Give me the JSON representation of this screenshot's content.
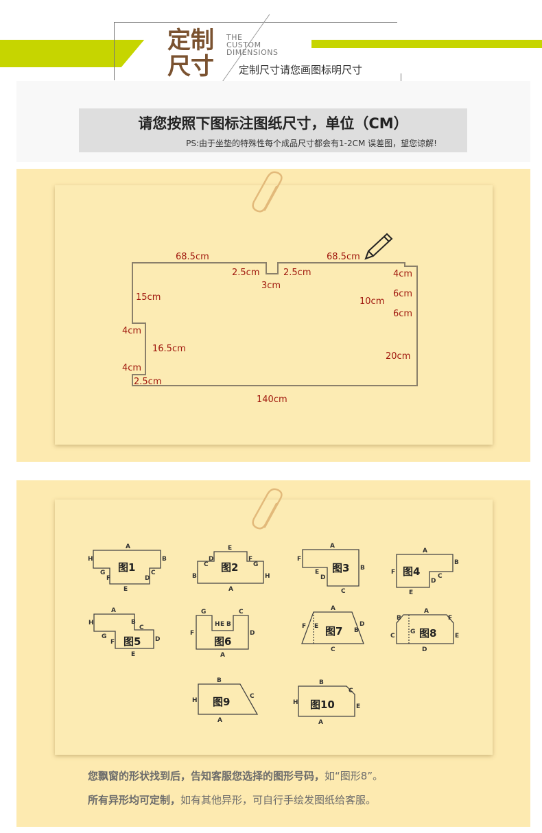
{
  "header": {
    "brand_cn_1": "定制",
    "brand_cn_2": "尺寸",
    "brand_en": [
      "THE",
      "CUSTOM",
      "DIMENSIONS"
    ],
    "subtitle": "定制尺寸请您画图标明尺寸"
  },
  "title": {
    "main": "请您按照下图标注图纸尺寸，单位（CM）",
    "ps": "PS:由于坐垫的特殊性每个成品尺寸都会有1-2CM 误差图，望您谅解!"
  },
  "diagram": {
    "labels": {
      "top_left": "68.5cm",
      "top_right": "68.5cm",
      "notch_left": "2.5cm",
      "notch_right": "2.5cm",
      "notch_depth": "3cm",
      "right_top": "4cm",
      "right_a": "6cm",
      "right_b": "6cm",
      "right_inner": "10cm",
      "right_bottom": "20cm",
      "left_top": "15cm",
      "left_step_a": "4cm",
      "left_mid": "16.5cm",
      "left_step_b": "4cm",
      "left_bottom_step": "2.5cm",
      "bottom": "140cm"
    },
    "colors": {
      "label": "#a0180e",
      "outline": "#8a7f6a"
    }
  },
  "shapes": [
    {
      "name": "图1",
      "letters": [
        "A",
        "B",
        "C",
        "D",
        "E",
        "F",
        "G",
        "H"
      ]
    },
    {
      "name": "图2",
      "letters": [
        "A",
        "B",
        "C",
        "D",
        "E",
        "F",
        "G",
        "H"
      ]
    },
    {
      "name": "图3",
      "letters": [
        "A",
        "B",
        "C",
        "D",
        "E",
        "F"
      ]
    },
    {
      "name": "图4",
      "letters": [
        "A",
        "B",
        "C",
        "D",
        "E",
        "F"
      ]
    },
    {
      "name": "图5",
      "letters": [
        "A",
        "B",
        "C",
        "D",
        "E",
        "F",
        "G",
        "H"
      ]
    },
    {
      "name": "图6",
      "letters": [
        "A",
        "B",
        "C",
        "D",
        "E",
        "F",
        "G",
        "H"
      ]
    },
    {
      "name": "图7",
      "letters": [
        "A",
        "B",
        "C",
        "D",
        "E",
        "F"
      ]
    },
    {
      "name": "图8",
      "letters": [
        "A",
        "B",
        "C",
        "D",
        "E",
        "F",
        "G"
      ]
    },
    {
      "name": "图9",
      "letters": [
        "A",
        "B",
        "C",
        "H"
      ]
    },
    {
      "name": "图10",
      "letters": [
        "A",
        "B",
        "C",
        "E",
        "H"
      ]
    }
  ],
  "footer": {
    "line1_bold": "您飘窗的形状找到后，告知客服您选择的图形号码，",
    "line1_rest": "如“图形8”。",
    "line2_bold": "所有异形均可定制，",
    "line2_rest": "如有其他异形，可自行手绘发图纸给客服。"
  }
}
